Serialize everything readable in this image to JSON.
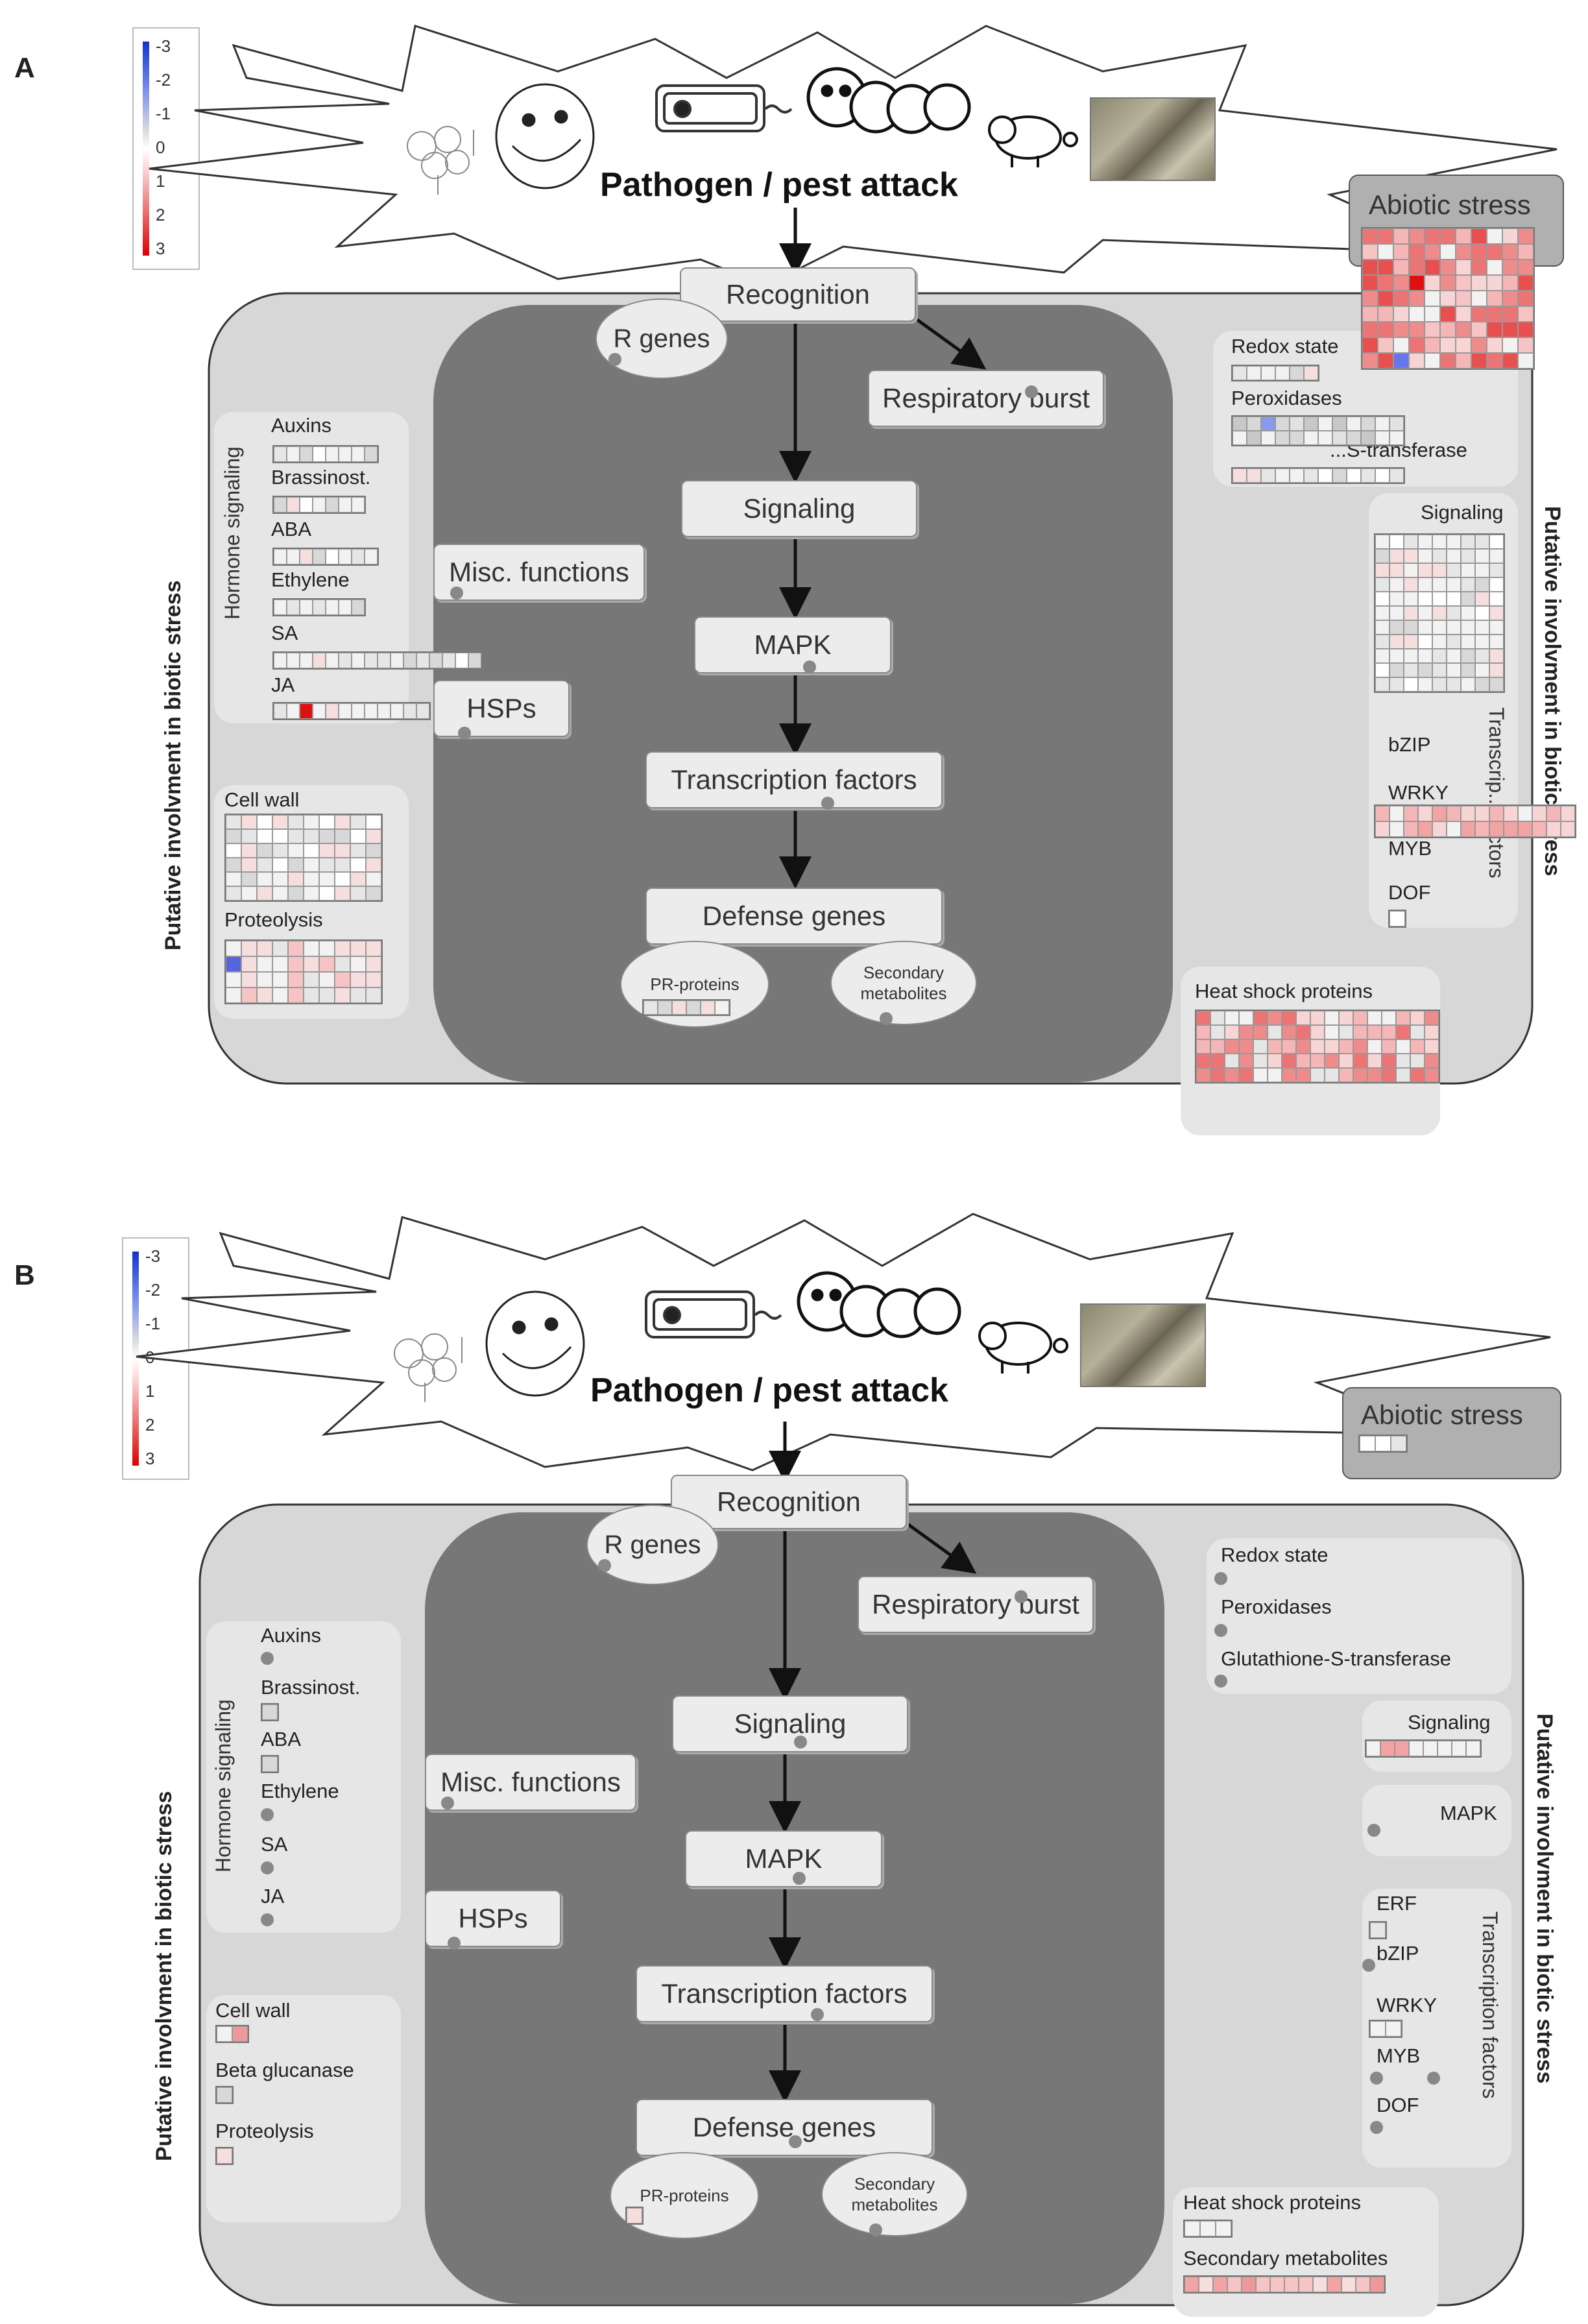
{
  "panels": {
    "a": {
      "label": "A",
      "legend": {
        "ticks": [
          "-3",
          "-2",
          "-1",
          "0",
          "1",
          "2",
          "3"
        ]
      },
      "attack_title": "Pathogen / pest attack",
      "abiotic": "Abiotic stress",
      "recognition": "Recognition",
      "r_genes": "R genes",
      "respiratory_burst": "Respiratory burst",
      "signaling": "Signaling",
      "misc_functions": "Misc. functions",
      "mapk": "MAPK",
      "hsps": "HSPs",
      "transcription_factors": "Transcription factors",
      "defense_genes": "Defense genes",
      "pr_proteins": "PR-proteins",
      "secondary_metabolites": "Secondary metabolites",
      "left_vertical": "Putative involvment in biotic stress",
      "right_vertical": "Putative involvment in biotic stress",
      "hormone_signaling": "Hormone signaling",
      "auxins": "Auxins",
      "brassinost": "Brassinost.",
      "aba": "ABA",
      "ethylene": "Ethylene",
      "sa": "SA",
      "ja": "JA",
      "cell_wall": "Cell wall",
      "proteolysis": "Proteolysis",
      "redox_state": "Redox state",
      "peroxidases": "Peroxidases",
      "gst_partial": "...S-transferase",
      "right_signaling": "Signaling",
      "bzip": "bZIP",
      "wrky": "WRKY",
      "myb": "MYB",
      "dof": "DOF",
      "transcription_factors_vertical": "Transcrip... factors",
      "heat_shock_proteins": "Heat shock proteins"
    },
    "b": {
      "label": "B",
      "legend": {
        "ticks": [
          "-3",
          "-2",
          "-1",
          "0",
          "1",
          "2",
          "3"
        ]
      },
      "attack_title": "Pathogen / pest attack",
      "abiotic": "Abiotic stress",
      "recognition": "Recognition",
      "r_genes": "R genes",
      "respiratory_burst": "Respiratory burst",
      "signaling": "Signaling",
      "misc_functions": "Misc. functions",
      "mapk": "MAPK",
      "hsps": "HSPs",
      "transcription_factors": "Transcription factors",
      "defense_genes": "Defense genes",
      "pr_proteins": "PR-proteins",
      "secondary_metabolites": "Secondary metabolites",
      "left_vertical": "Putative involvment in biotic stress",
      "right_vertical": "Putative involvment in biotic stress",
      "hormone_signaling": "Hormone signaling",
      "auxins": "Auxins",
      "brassinost": "Brassinost.",
      "aba": "ABA",
      "ethylene": "Ethylene",
      "sa": "SA",
      "ja": "JA",
      "cell_wall": "Cell wall",
      "beta_glucanase": "Beta glucanase",
      "proteolysis": "Proteolysis",
      "redox_state": "Redox state",
      "peroxidases": "Peroxidases",
      "gst": "Glutathione-S-transferase",
      "right_signaling": "Signaling",
      "right_mapk": "MAPK",
      "erf": "ERF",
      "bzip": "bZIP",
      "wrky": "WRKY",
      "myb": "MYB",
      "dof": "DOF",
      "transcription_factors_vertical": "Transcription factors",
      "heat_shock_proteins": "Heat shock proteins",
      "right_secondary_metabolites": "Secondary metabolites"
    }
  },
  "colors": {
    "down": "#2233cc",
    "up": "#dd1111",
    "neutral": "#f2f2f2",
    "outer": "#d7d7d7",
    "inner": "#777777"
  }
}
